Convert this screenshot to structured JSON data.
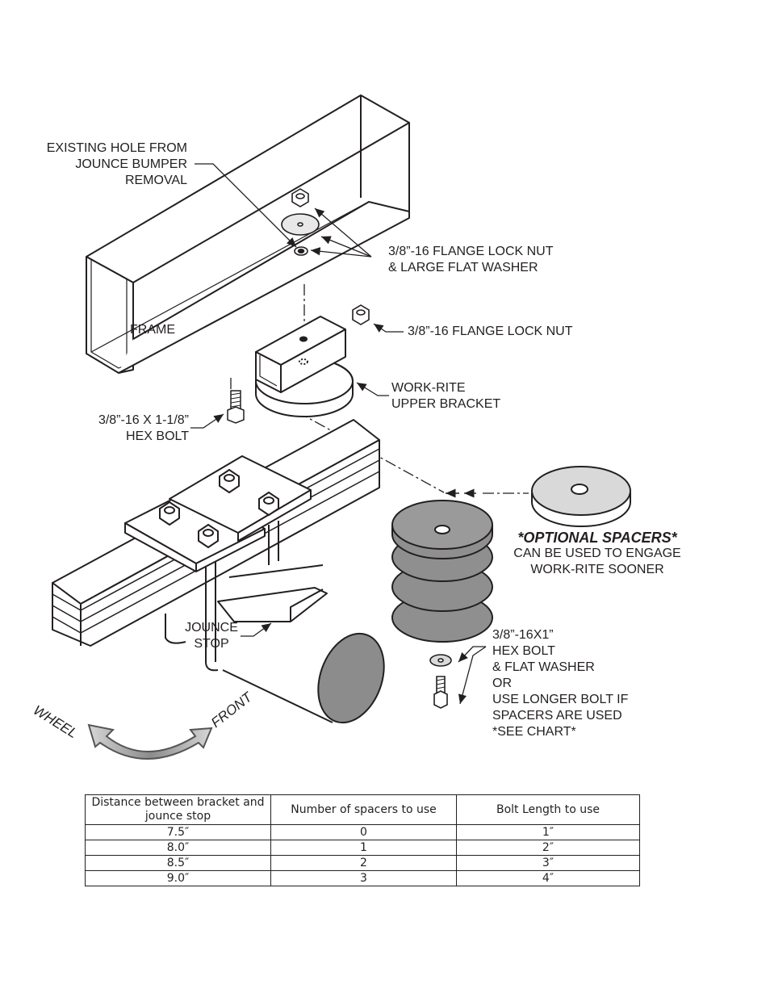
{
  "labels": {
    "existing_hole": [
      "EXISTING HOLE FROM",
      "JOUNCE BUMPER",
      "REMOVAL"
    ],
    "flange_nut_washer": [
      "3/8”-16 FLANGE LOCK NUT",
      "& LARGE FLAT WASHER"
    ],
    "frame": "FRAME",
    "flange_nut": "3/8”-16 FLANGE LOCK NUT",
    "upper_bracket": [
      "WORK-RITE",
      "UPPER BRACKET"
    ],
    "hex_bolt_118": [
      "3/8”-16 X 1-1/8”",
      "HEX BOLT"
    ],
    "optional_spacers_title": "*OPTIONAL SPACERS*",
    "optional_spacers_desc": [
      "CAN BE USED TO ENGAGE",
      "WORK-RITE SOONER"
    ],
    "jounce_stop": [
      "JOUNCE",
      "STOP"
    ],
    "hex_bolt_1": [
      "3/8”-16X1”",
      "HEX BOLT",
      "& FLAT WASHER",
      "OR",
      "USE LONGER BOLT IF",
      "SPACERS ARE USED",
      "*SEE CHART*"
    ],
    "wheel": "WHEEL",
    "front": "FRONT"
  },
  "table": {
    "headers": [
      "Distance between bracket and jounce stop",
      "Number of spacers to use",
      "Bolt Length to use"
    ],
    "rows": [
      [
        "7.5″",
        "0",
        "1″"
      ],
      [
        "8.0″",
        "1",
        "2″"
      ],
      [
        "8.5″",
        "2",
        "3″"
      ],
      [
        "9.0″",
        "3",
        "4″"
      ]
    ]
  }
}
